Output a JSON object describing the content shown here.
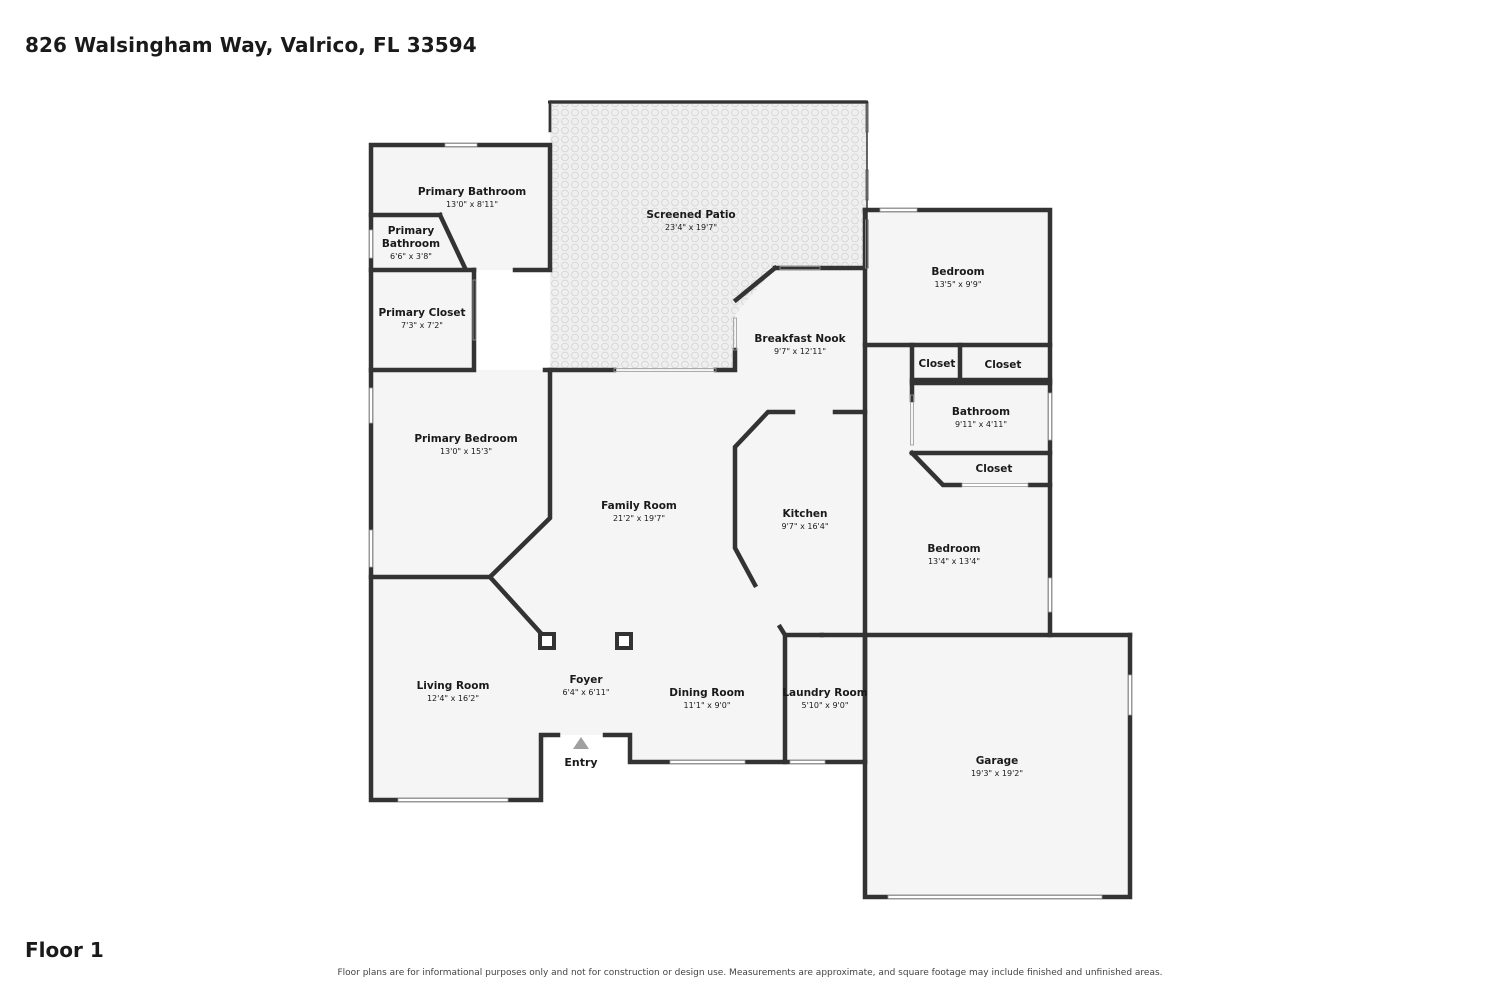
{
  "header": {
    "address": "826 Walsingham Way, Valrico, FL 33594"
  },
  "floor": {
    "label": "Floor 1"
  },
  "footer": {
    "disclaimer": "Floor plans are for informational purposes only and not for construction or design use. Measurements are approximate, and square footage may include finished and unfinished areas."
  },
  "entry": {
    "label": "Entry"
  },
  "rooms": [
    {
      "id": "primary-bathroom",
      "name": "Primary Bathroom",
      "dims": "13'0\" x 8'11\""
    },
    {
      "id": "primary-bathroom-small",
      "name": "Primary Bathroom",
      "dims": "6'6\" x 3'8\""
    },
    {
      "id": "primary-closet",
      "name": "Primary Closet",
      "dims": "7'3\" x 7'2\""
    },
    {
      "id": "primary-bedroom",
      "name": "Primary Bedroom",
      "dims": "13'0\" x 15'3\""
    },
    {
      "id": "screened-patio",
      "name": "Screened Patio",
      "dims": "23'4\" x 19'7\""
    },
    {
      "id": "breakfast-nook",
      "name": "Breakfast Nook",
      "dims": "9'7\" x 12'11\""
    },
    {
      "id": "bedroom-1",
      "name": "Bedroom",
      "dims": "13'5\" x 9'9\""
    },
    {
      "id": "closet-1",
      "name": "Closet",
      "dims": ""
    },
    {
      "id": "closet-2",
      "name": "Closet",
      "dims": ""
    },
    {
      "id": "bathroom",
      "name": "Bathroom",
      "dims": "9'11\" x 4'11\""
    },
    {
      "id": "closet-3",
      "name": "Closet",
      "dims": ""
    },
    {
      "id": "bedroom-2",
      "name": "Bedroom",
      "dims": "13'4\" x 13'4\""
    },
    {
      "id": "family-room",
      "name": "Family Room",
      "dims": "21'2\" x 19'7\""
    },
    {
      "id": "kitchen",
      "name": "Kitchen",
      "dims": "9'7\" x 16'4\""
    },
    {
      "id": "living-room",
      "name": "Living Room",
      "dims": "12'4\" x 16'2\""
    },
    {
      "id": "foyer",
      "name": "Foyer",
      "dims": "6'4\" x 6'11\""
    },
    {
      "id": "dining-room",
      "name": "Dining Room",
      "dims": "11'1\" x 9'0\""
    },
    {
      "id": "laundry-room",
      "name": "Laundry Room",
      "dims": "5'10\" x 9'0\""
    },
    {
      "id": "garage",
      "name": "Garage",
      "dims": "19'3\" x 19'2\""
    }
  ]
}
